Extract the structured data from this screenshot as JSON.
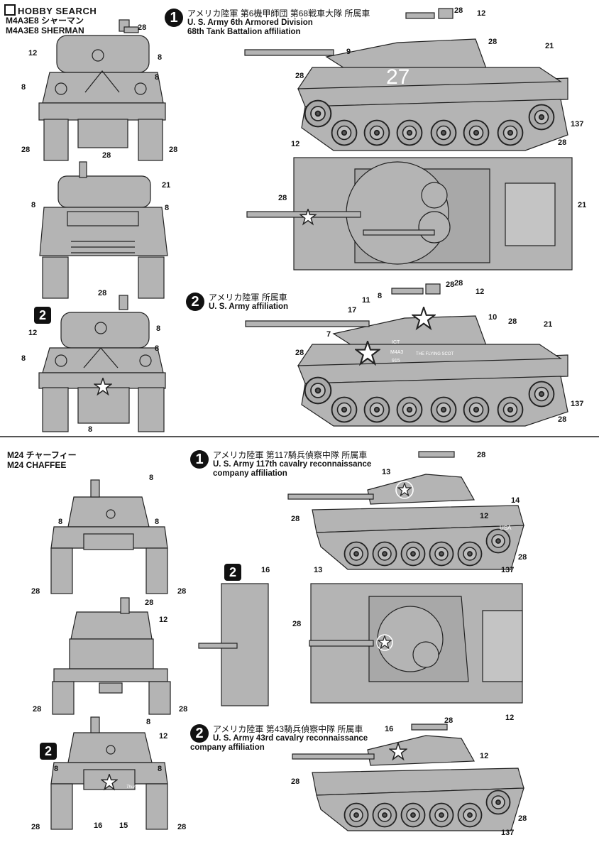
{
  "watermark": "HOBBY SEARCH",
  "sherman": {
    "title_jp": "M4A3E8 シャーマン",
    "title_en": "M4A3E8 SHERMAN",
    "v1": {
      "marker": "1",
      "jp": "アメリカ陸軍 第6機甲師団 第68戦車大隊 所属車",
      "en1": "U. S. Army 6th Armored Division",
      "en2": "68th Tank Battalion affiliation",
      "hull_number": "27"
    },
    "v2": {
      "marker": "2",
      "jp": "アメリカ陸軍 所属車",
      "en1": "U. S. Army affiliation",
      "code1": "ICT",
      "code2": "M4A3",
      "code3": "915",
      "name": "THE FLYING SCOT"
    }
  },
  "chaffee": {
    "title_jp": "M24 チャーフィー",
    "title_en": "M24 CHAFFEE",
    "v1": {
      "marker": "1",
      "jp": "アメリカ陸軍 第117騎兵偵察中隊 所属車",
      "en1": "U. S. Army 117th cavalry reconnaissance",
      "en2": "company affiliation",
      "usa": "USA"
    },
    "v2": {
      "marker": "2",
      "jp": "アメリカ陸軍 第43騎兵偵察中隊 所属車",
      "en1": "U. S. Army 43rd cavalry reconnaissance",
      "en2": "company affiliation",
      "tag": "Thunder"
    }
  },
  "callouts": {
    "c7": "7",
    "c8": "8",
    "c9": "9",
    "c10": "10",
    "c11": "11",
    "c12": "12",
    "c13": "13",
    "c14": "14",
    "c15": "15",
    "c16": "16",
    "c17": "17",
    "c21": "21",
    "c28": "28",
    "c137": "137"
  },
  "colors": {
    "paint": "#b4b4b4",
    "line": "#222222",
    "mark": "#ffffff"
  }
}
